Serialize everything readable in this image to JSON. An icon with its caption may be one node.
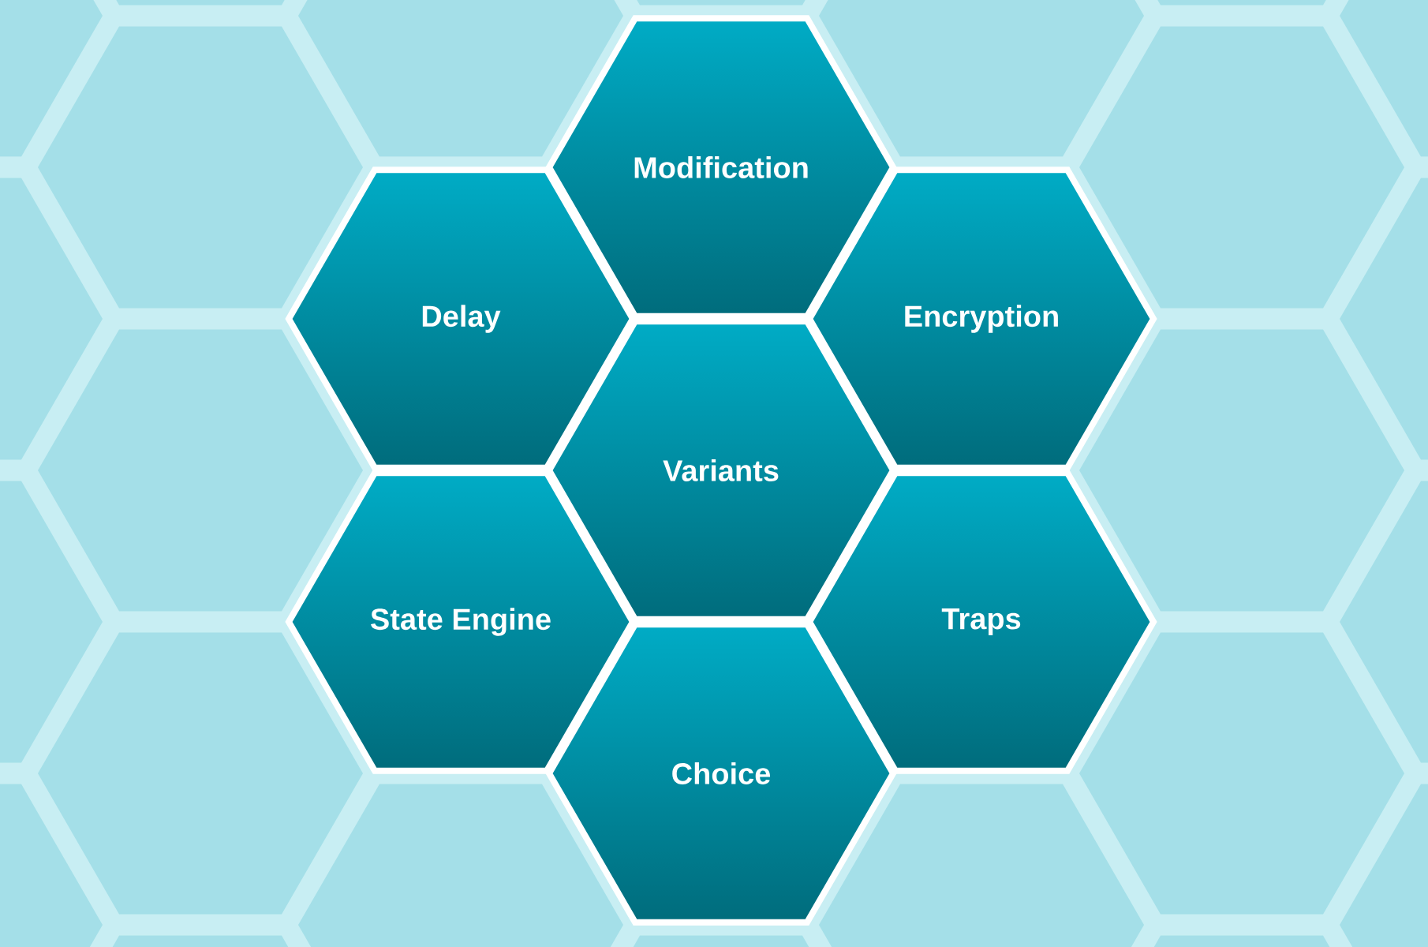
{
  "diagram": {
    "nodes": [
      {
        "text": [
          "Modification"
        ]
      },
      {
        "text": [
          "Delay"
        ]
      },
      {
        "text": [
          "Encryption"
        ]
      },
      {
        "text": [
          "Variants"
        ]
      },
      {
        "text": [
          "State Engine"
        ]
      },
      {
        "text": [
          "Traps"
        ]
      },
      {
        "text": [
          "Choice"
        ]
      }
    ]
  }
}
